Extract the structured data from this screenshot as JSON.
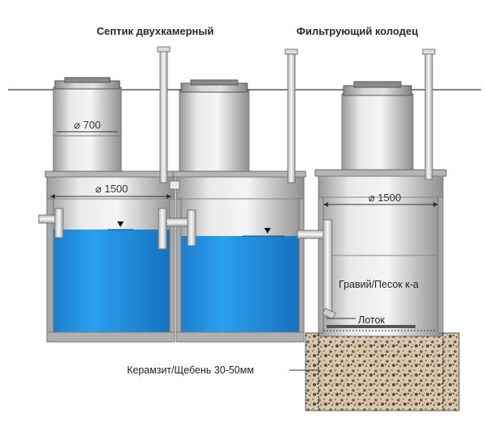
{
  "titles": {
    "septic": "Септик двухкамерный",
    "filter_well": "Фильтрующий колодец"
  },
  "dimensions": {
    "neck_diameter": "⌀ 700",
    "chamber1_diameter": "⌀ 1500",
    "filter_diameter": "⌀ 1500"
  },
  "labels": {
    "gravel_sand": "Гравий/Песок к-а",
    "tray": "Лоток",
    "expanded_clay": "Керамзит/Щебень 30-50мм"
  },
  "colors": {
    "water": "#1e8fe0",
    "concrete": "#cfcfcf",
    "concrete_dark": "#8a8a8a",
    "hatch": "#444444"
  }
}
